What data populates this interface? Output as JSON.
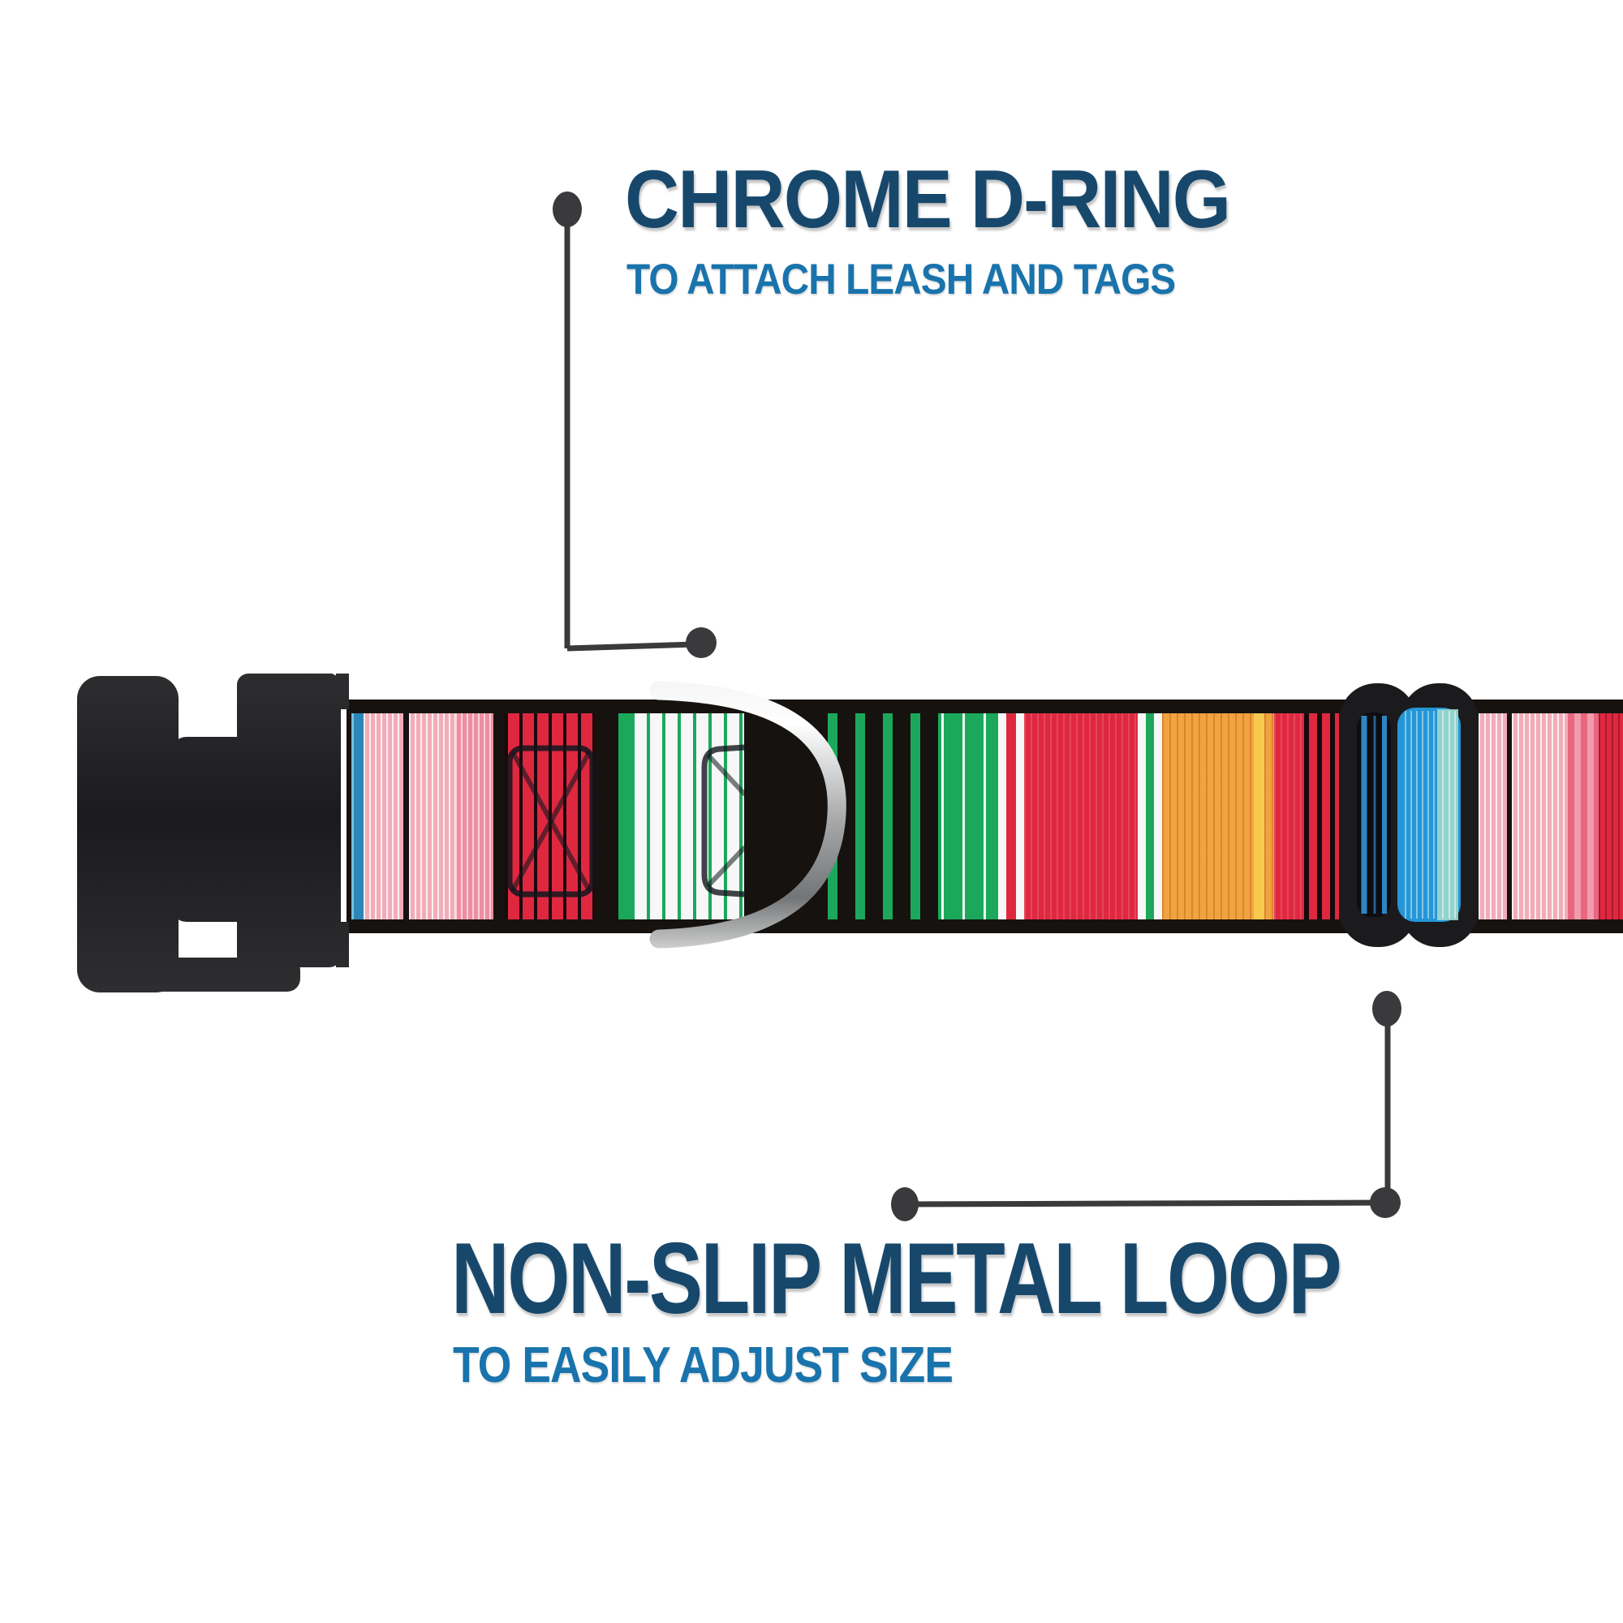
{
  "annotations": {
    "top": {
      "title": "CHROME D-RING",
      "subtitle": "TO ATTACH LEASH AND TAGS"
    },
    "bottom": {
      "title": "NON-SLIP METAL LOOP",
      "subtitle": "TO EASILY ADJUST SIZE"
    }
  },
  "colors": {
    "background": "#FFFFFF",
    "title_navy": "#17486C",
    "subtitle_blue": "#1973AC",
    "callout": "#3A3A3C",
    "buckle_dark": "#1B1B1D",
    "buckle_light": "#2E2E30",
    "slider_black": "#1B1B1D",
    "chrome_light": "#F2F3F4",
    "chrome_white": "#FFFFFF",
    "chrome_mid": "#A4A6A8",
    "chrome_dark": "#737577",
    "chrome_end": "#E6E6E6",
    "slot_dark": "#0D0D13",
    "slot_blue": "#2E86C0",
    "slot_blue_dim": "#275E88",
    "motif_ink": "#10151C"
  },
  "collar": {
    "palette": {
      "black": "#16120F",
      "blue": "#2E85B8",
      "ltpink": "#F2ACB8",
      "midpink": "#EE8EA1",
      "red": "#DF2840",
      "green": "#1CA85B",
      "white": "#F7F7F7",
      "orange": "#F2A341",
      "yellow": "#F8C94F",
      "sblue": "#2496D8",
      "aqua": "#9BD8CC",
      "pinkred": "#E8677F"
    },
    "segments": [
      {
        "k": "black",
        "w": 6
      },
      {
        "k": "blue",
        "w": 15
      },
      {
        "k": "ltpink",
        "w": 49
      },
      {
        "k": "black",
        "w": 7
      },
      {
        "k": "ltpink",
        "w": 57
      },
      {
        "k": "midpink",
        "w": 47
      },
      {
        "k": "black",
        "w": 14
      },
      {
        "k": "redpin",
        "w": 111
      },
      {
        "k": "black",
        "w": 29
      },
      {
        "k": "green",
        "w": 16
      },
      {
        "k": "whitegreen",
        "w": 139
      },
      {
        "k": "black",
        "w": 103
      },
      {
        "k": "greenblack",
        "w": 140
      },
      {
        "k": "greenwide",
        "w": 70
      },
      {
        "k": "wrw",
        "w": 32
      },
      {
        "k": "red",
        "w": 140
      },
      {
        "k": "wgw",
        "w": 30
      },
      {
        "k": "orange",
        "w": 113
      },
      {
        "k": "yellow",
        "w": 13
      },
      {
        "k": "orange",
        "w": 12
      },
      {
        "k": "red",
        "w": 37
      },
      {
        "k": "redblack",
        "w": 43
      },
      {
        "k": "slot",
        "w": 172
      },
      {
        "k": "ltpink",
        "w": 35
      },
      {
        "k": "black",
        "w": 6
      },
      {
        "k": "ltpink",
        "w": 69
      },
      {
        "k": "pinkred",
        "w": 38
      },
      {
        "k": "redstripe",
        "w": 30
      }
    ]
  }
}
